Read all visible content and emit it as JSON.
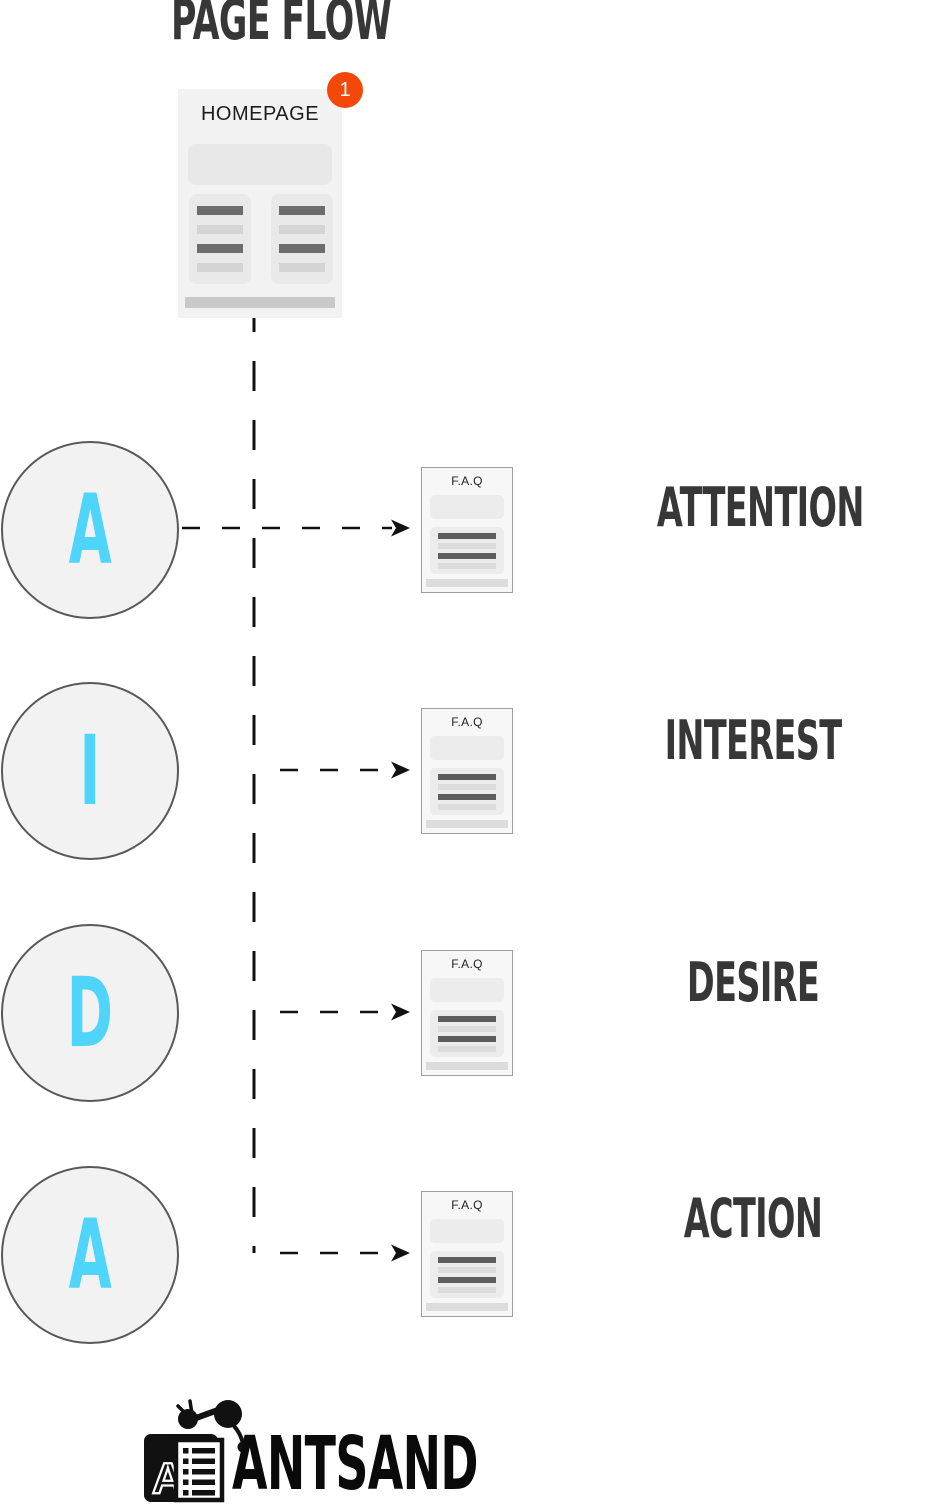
{
  "title": "PAGE FLOW",
  "homepage": {
    "label": "HOMEPAGE",
    "badge": "1"
  },
  "rows": [
    {
      "letter": "A",
      "label": "ATTENTION",
      "page": "F.A.Q"
    },
    {
      "letter": "I",
      "label": "INTEREST",
      "page": "F.A.Q"
    },
    {
      "letter": "D",
      "label": "DESIRE",
      "page": "F.A.Q"
    },
    {
      "letter": "A",
      "label": "ACTION",
      "page": "F.A.Q"
    }
  ],
  "logo": {
    "monogram": "A",
    "text": "ANTSAND"
  },
  "colors": {
    "accent_cyan": "#4FD5FC",
    "badge_orange": "#F4470A",
    "heading_gray": "#373737",
    "connector_black": "#111111",
    "circle_fill": "#F2F2F2",
    "circle_border": "#58595B"
  }
}
